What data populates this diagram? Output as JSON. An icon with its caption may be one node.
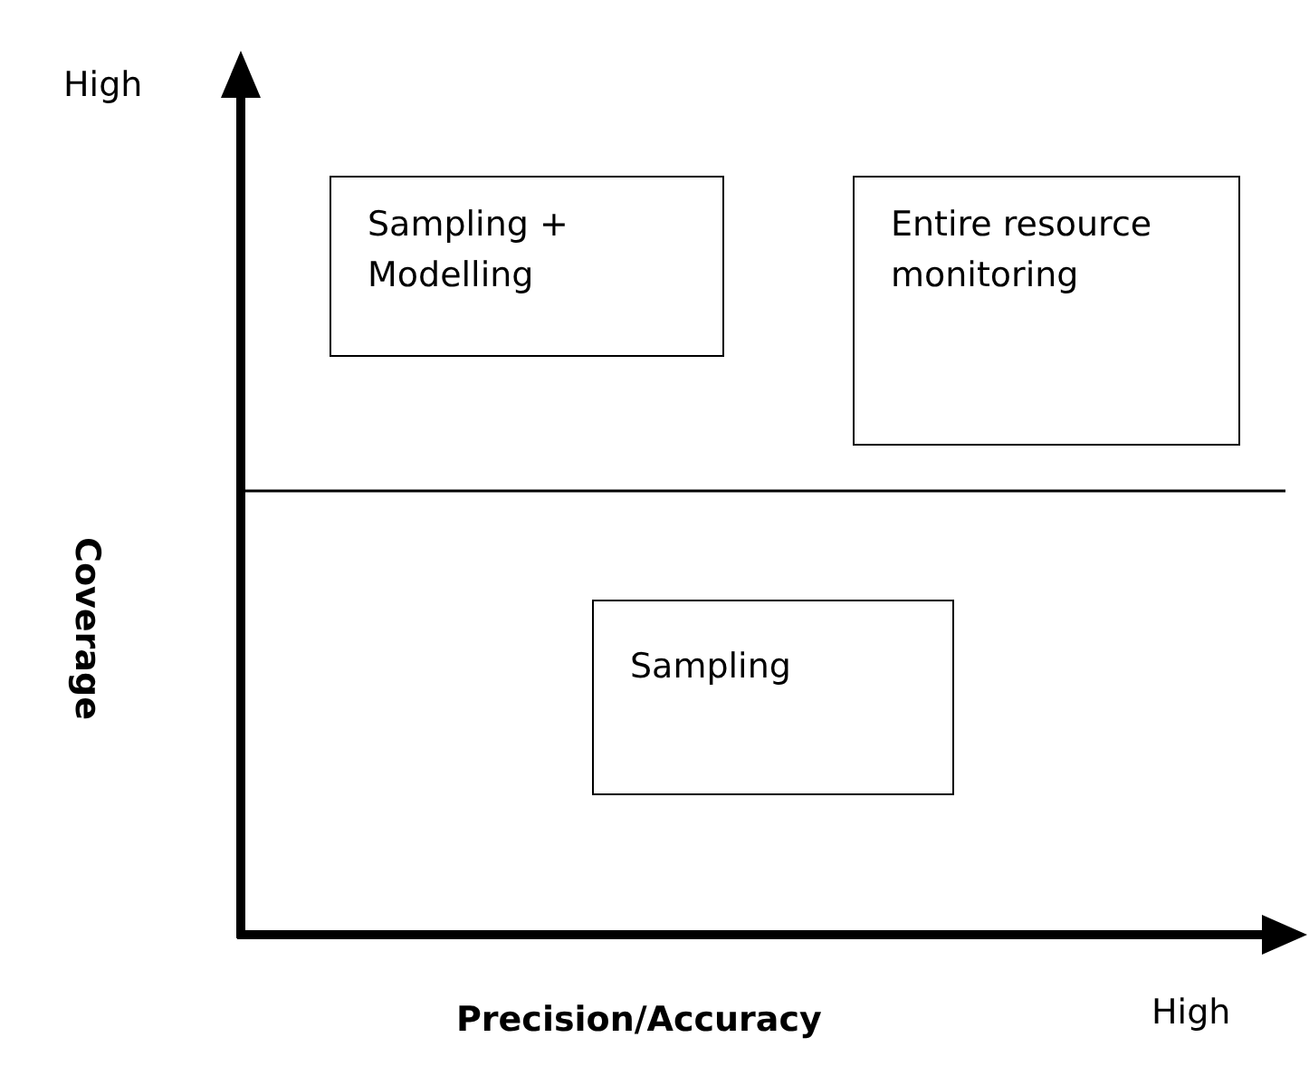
{
  "diagram": {
    "nodes": [
      {
        "text": [
          "Sampling + Modelling"
        ]
      },
      {
        "text": [
          "Entire resource monitoring"
        ]
      },
      {
        "text": [
          "Sampling"
        ]
      }
    ],
    "labels": [
      "High",
      "Coverage",
      "Precision/Accuracy",
      "High"
    ]
  }
}
